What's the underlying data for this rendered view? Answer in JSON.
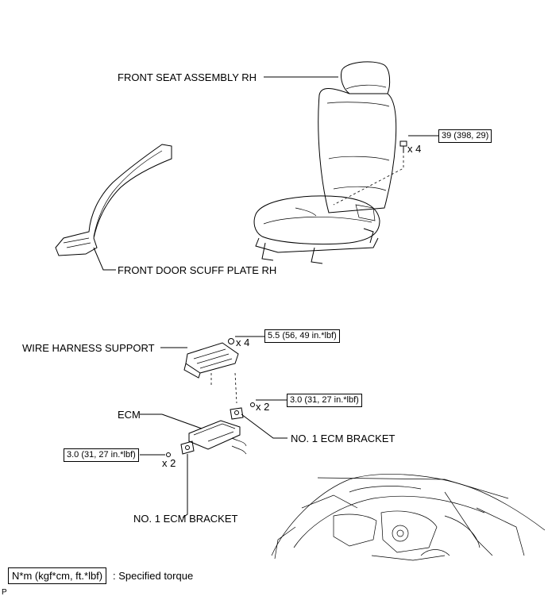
{
  "labels": {
    "front_seat": "FRONT SEAT ASSEMBLY RH",
    "scuff_plate": "FRONT DOOR SCUFF PLATE RH",
    "wire_harness_support": "WIRE HARNESS SUPPORT",
    "ecm": "ECM",
    "bracket_right": "NO. 1 ECM BRACKET",
    "bracket_bottom": "NO. 1 ECM BRACKET"
  },
  "torques": {
    "seat_bolts": "39 (398, 29)",
    "harness_support": "5.5 (56, 49 in.*lbf)",
    "bracket_right": "3.0 (31, 27 in.*lbf)",
    "bracket_left": "3.0 (31, 27 in.*lbf)"
  },
  "quantities": {
    "seat_bolts": "x 4",
    "harness_support": "x 4",
    "bracket_right": "x 2",
    "bracket_left": "x 2"
  },
  "legend": {
    "unit_box": "N*m (kgf*cm, ft.*lbf)",
    "description": ": Specified torque"
  },
  "page_mark": "P"
}
